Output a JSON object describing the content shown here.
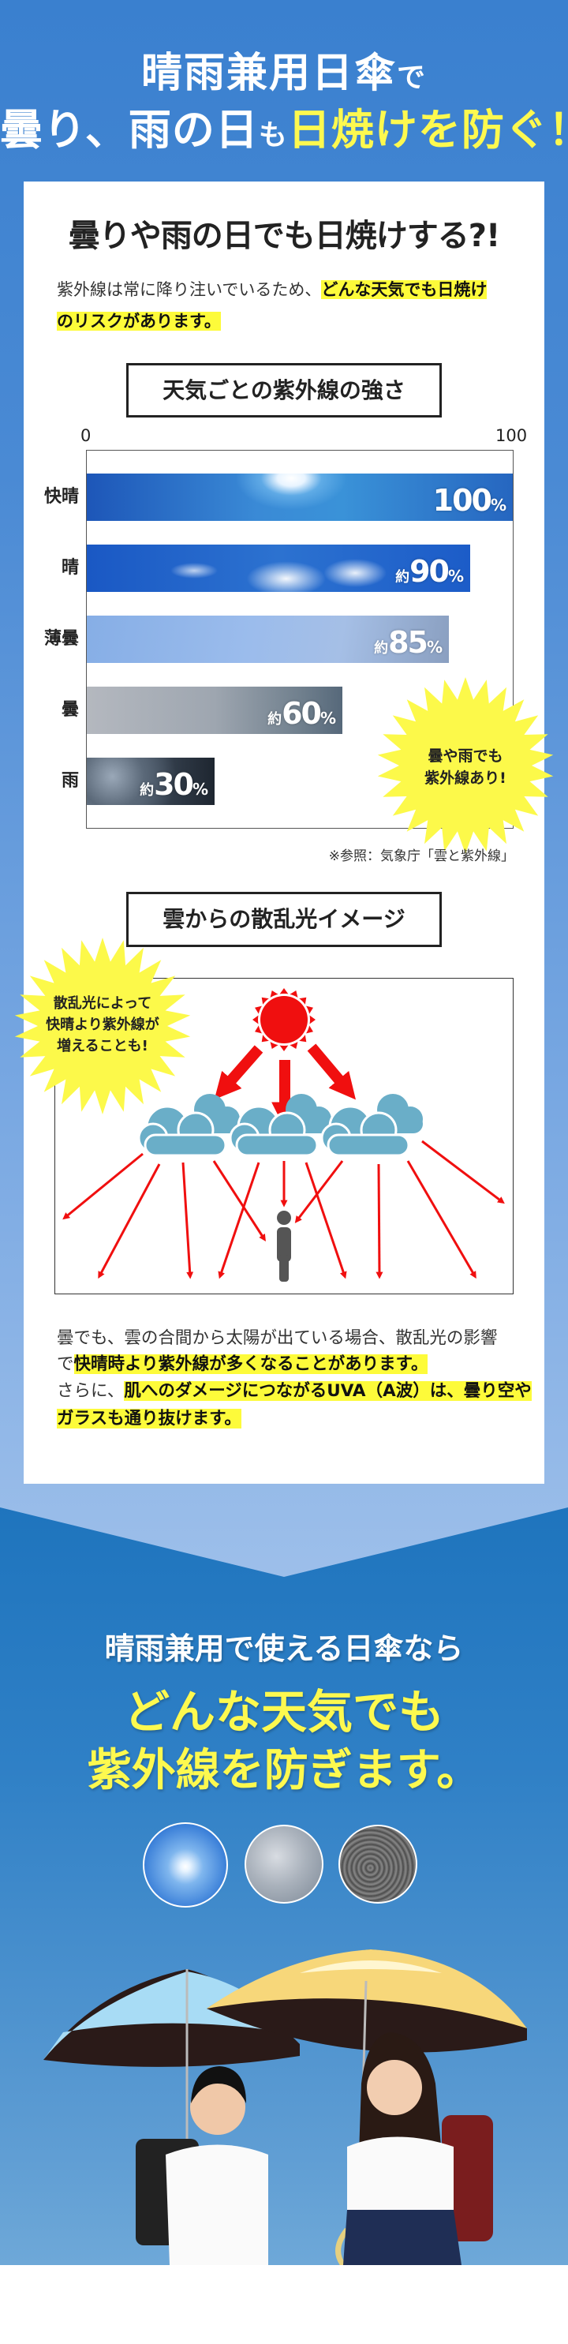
{
  "header": {
    "line1_main": "晴雨兼用日傘",
    "line1_suffix": "で",
    "line2_white": "曇り、雨の日",
    "line2_particle": "も",
    "line2_yellow": "日焼けを防ぐ！"
  },
  "intro": {
    "title": "曇りや雨の日でも日焼けする?!",
    "line1_normal": "紫外線は常に降り注いでいるため、",
    "line1_highlight": "どんな天気でも日焼け",
    "line2_highlight": "のリスクがあります。"
  },
  "chart_data": {
    "type": "bar",
    "orientation": "horizontal",
    "title": "天気ごとの紫外線の強さ",
    "categories": [
      "快晴",
      "晴",
      "薄曇",
      "曇",
      "雨"
    ],
    "values": [
      100,
      90,
      85,
      60,
      30
    ],
    "value_labels": [
      {
        "prefix": "",
        "num": "100",
        "unit": "%"
      },
      {
        "prefix": "約",
        "num": "90",
        "unit": "%"
      },
      {
        "prefix": "約",
        "num": "85",
        "unit": "%"
      },
      {
        "prefix": "約",
        "num": "60",
        "unit": "%"
      },
      {
        "prefix": "約",
        "num": "30",
        "unit": "%"
      }
    ],
    "xlim": [
      0,
      100
    ],
    "xtick_labels": [
      "0",
      "100"
    ],
    "grid": false
  },
  "chart_callout": {
    "line1": "曇や雨でも",
    "line2": "紫外線あり!"
  },
  "chart_note": "※参照：気象庁「雲と紫外線」",
  "diagram": {
    "title": "雲からの散乱光イメージ",
    "callout_line1": "散乱光によって",
    "callout_line2": "快晴より紫外線が",
    "callout_line3": "増えることも!"
  },
  "explanation": {
    "line1": "曇でも、雲の合間から太陽が出ている場合、散乱光の影響",
    "line2_normal": "で",
    "line2_highlight": "快晴時より紫外線が多くなることがあります。",
    "line3_normal": "さらに、",
    "line3_highlight": "肌へのダメージにつながるUVA（A波）は、曇り空や",
    "line4_highlight": "ガラスも通り抜けます。"
  },
  "promo": {
    "line1": "晴雨兼用で使える日傘なら",
    "line2": "どんな天気でも",
    "line3": "紫外線を防ぎます。"
  },
  "colors": {
    "highlight": "#fdfb3a",
    "headline_yellow": "#fdf94f",
    "arrow_red": "#f00f0f",
    "cloud": "#6aaec8",
    "bg_blue": "#3a80cf",
    "bottom_blue": "#1e74bd"
  }
}
